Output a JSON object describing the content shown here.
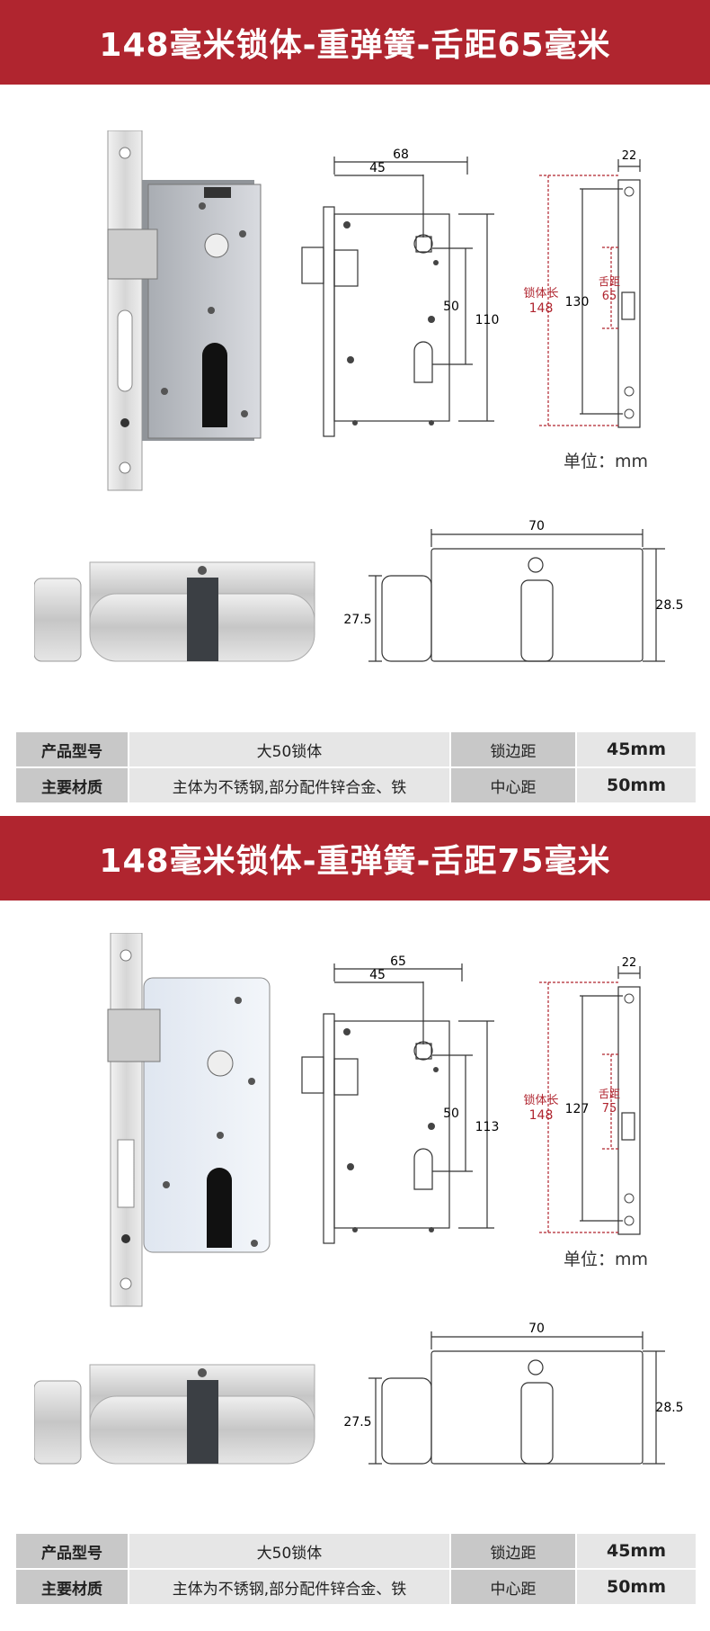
{
  "sections": [
    {
      "title": "148毫米锁体-重弹簧-舌距65毫米",
      "lock_dims": {
        "width_total": "68",
        "backset": "45",
        "height_outer": "110",
        "center": "50"
      },
      "side_dims": {
        "thickness": "22",
        "body_label": "锁体长",
        "body_len": "148",
        "screw_spacing": "130",
        "bolt_label": "舌距",
        "bolt_dist": "65"
      },
      "unit": "单位：mm",
      "cyl_dims": {
        "length": "70",
        "knob_dia": "27.5",
        "body_h": "28.5"
      },
      "spec": {
        "model_label": "产品型号",
        "model_value": "大50锁体",
        "backset_label": "锁边距",
        "backset_value": "45mm",
        "material_label": "主要材质",
        "material_value": "主体为不锈钢,部分配件锌合金、铁",
        "center_label": "中心距",
        "center_value": "50mm"
      }
    },
    {
      "title": "148毫米锁体-重弹簧-舌距75毫米",
      "lock_dims": {
        "width_total": "65",
        "backset": "45",
        "height_outer": "113",
        "center": "50"
      },
      "side_dims": {
        "thickness": "22",
        "body_label": "锁体长",
        "body_len": "148",
        "screw_spacing": "127",
        "bolt_label": "舌距",
        "bolt_dist": "75"
      },
      "unit": "单位：mm",
      "cyl_dims": {
        "length": "70",
        "knob_dia": "27.5",
        "body_h": "28.5"
      },
      "spec": {
        "model_label": "产品型号",
        "model_value": "大50锁体",
        "backset_label": "锁边距",
        "backset_value": "45mm",
        "material_label": "主要材质",
        "material_value": "主体为不锈钢,部分配件锌合金、铁",
        "center_label": "中心距",
        "center_value": "50mm"
      }
    }
  ],
  "colors": {
    "banner": "#b0252f",
    "dim_red": "#b0252f",
    "label_bg": "#c8c8c8",
    "value_bg": "#e6e6e6"
  }
}
